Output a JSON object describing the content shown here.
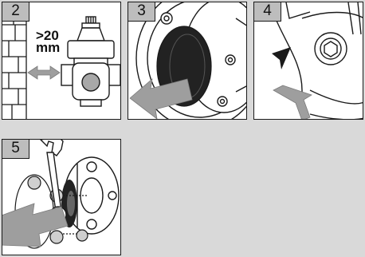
{
  "steps": [
    {
      "number": "2",
      "distance_value": ">20",
      "distance_unit": "mm"
    },
    {
      "number": "3"
    },
    {
      "number": "4"
    },
    {
      "number": "5"
    }
  ],
  "colors": {
    "background": "#d9d9d9",
    "badge": "#bdbdbd",
    "arrow": "#9e9e9e",
    "line": "#1a1a1a"
  },
  "icons": [
    "wall-icon",
    "regulator-icon",
    "double-arrow-icon",
    "flange-icon",
    "gasket-icon",
    "arrow-icon",
    "flow-direction-icon",
    "wrench-icon",
    "bolt-icon"
  ]
}
